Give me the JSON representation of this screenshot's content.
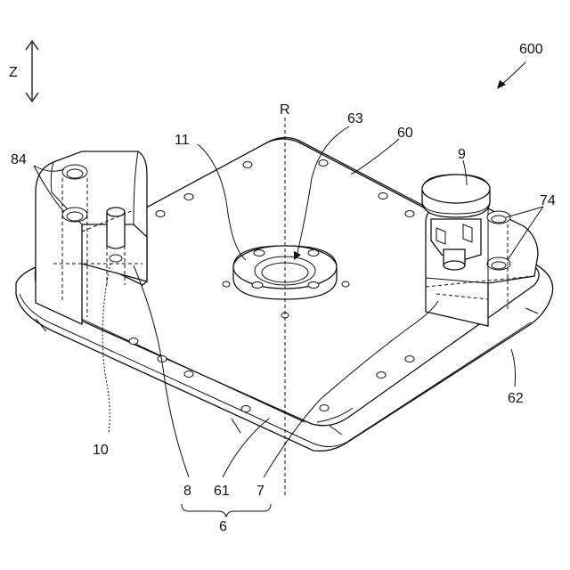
{
  "figure": {
    "axis_label": "Z",
    "assembly_number": "600",
    "center_axis_label": "R",
    "labels": {
      "l84": "84",
      "l11": "11",
      "l63": "63",
      "l60": "60",
      "l9": "9",
      "l74": "74",
      "l62": "62",
      "l10": "10",
      "l8": "8",
      "l61": "61",
      "l7": "7",
      "l6": "6"
    }
  }
}
